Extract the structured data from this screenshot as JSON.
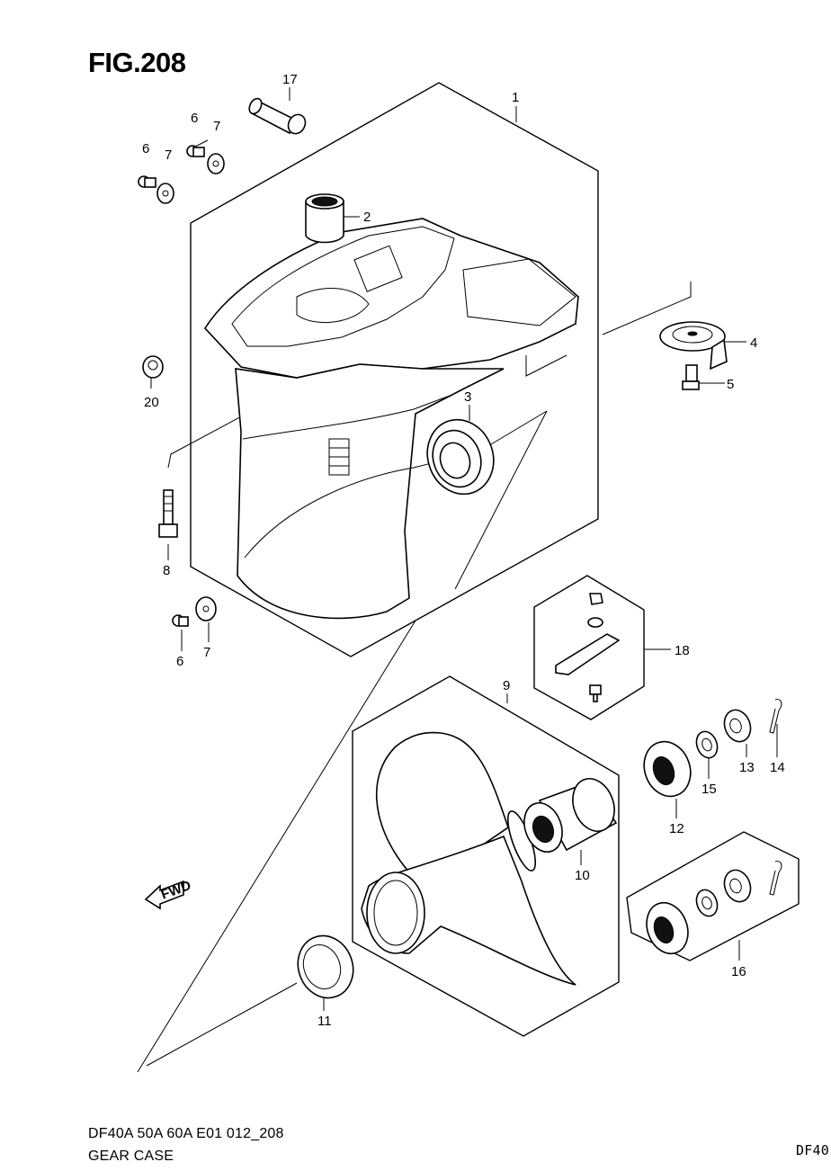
{
  "figure": {
    "title": "FIG.208",
    "code": "DF40A 50A 60A E01 012_208",
    "name": "GEAR CASE",
    "corner_code": "DF40"
  },
  "fwd_label": "FWD",
  "callouts": [
    "1",
    "2",
    "3",
    "4",
    "5",
    "6",
    "7",
    "6",
    "7",
    "8",
    "6",
    "7",
    "9",
    "10",
    "11",
    "12",
    "13",
    "14",
    "15",
    "16",
    "17",
    "18",
    "20"
  ]
}
